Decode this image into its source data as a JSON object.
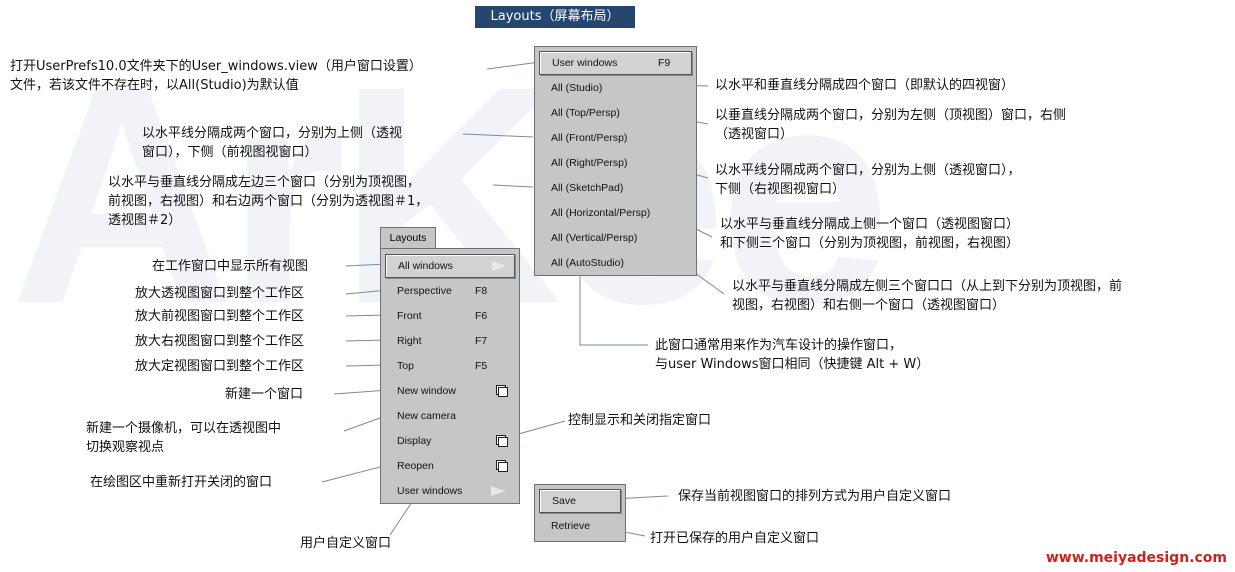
{
  "watermark": "ArKee",
  "title": "Layouts（屏幕布局）",
  "layouts_menu": {
    "header": "Layouts",
    "items": [
      {
        "label": "All windows"
      },
      {
        "label": "Perspective",
        "shortcut": "F8"
      },
      {
        "label": "Front",
        "shortcut": "F6"
      },
      {
        "label": "Right",
        "shortcut": "F7"
      },
      {
        "label": "Top",
        "shortcut": "F5"
      },
      {
        "label": "New window"
      },
      {
        "label": "New camera"
      },
      {
        "label": "Display"
      },
      {
        "label": "Reopen"
      },
      {
        "label": "User windows"
      }
    ]
  },
  "user_windows_menu": {
    "items": [
      {
        "label": "User windows",
        "shortcut": "F9"
      },
      {
        "label": "All (Studio)"
      },
      {
        "label": "All (Top/Persp)"
      },
      {
        "label": "All (Front/Persp)"
      },
      {
        "label": "All (Right/Persp)"
      },
      {
        "label": "All (SketchPad)"
      },
      {
        "label": "All (Horizontal/Persp)"
      },
      {
        "label": "All (Vertical/Persp)"
      },
      {
        "label": "All (AutoStudio)"
      }
    ]
  },
  "save_menu": {
    "items": [
      {
        "label": "Save"
      },
      {
        "label": "Retrieve"
      }
    ]
  },
  "annotations": {
    "user_windows_1": "打开UserPrefs10.0文件夹下的User_windows.view（用户窗口设置）",
    "user_windows_2": "文件，若该文件不存在时，以All(Studio)为默认值",
    "front_persp_1": "以水平线分隔成两个窗口，分别为上侧（透视",
    "front_persp_2": "窗口），下侧（前视图视窗口）",
    "sketchpad_1": "以水平与垂直线分隔成左边三个窗口（分别为顶视图，",
    "sketchpad_2": "前视图，右视图）和右边两个窗口（分别为透视图＃1，",
    "sketchpad_3": "透视图＃2）",
    "studio": "以水平和垂直线分隔成四个窗口（即默认的四视窗）",
    "top_persp_1": "以垂直线分隔成两个窗口，分别为左侧（顶视图）窗口，右侧",
    "top_persp_2": "（透视窗口）",
    "right_persp_1": "以水平线分隔成两个窗口，分别为上侧（透视窗口），",
    "right_persp_2": "下侧（右视图视窗口）",
    "horizontal_persp_1": "以水平与垂直线分隔成上侧一个窗口（透视图窗口）",
    "horizontal_persp_2": "和下侧三个窗口（分别为顶视图，前视图，右视图）",
    "vertical_persp_1": "以水平与垂直线分隔成左侧三个窗口口（从上到下分别为顶视图，前",
    "vertical_persp_2": "视图，右视图）和右侧一个窗口（透视图窗口）",
    "autostudio_1": "此窗口通常用来作为汽车设计的操作窗口，",
    "autostudio_2": "与user Windows窗口相同（快捷键 Alt + W）",
    "all_windows": "在工作窗口中显示所有视图",
    "perspective": "放大透视图窗口到整个工作区",
    "front": "放大前视图窗口到整个工作区",
    "right": "放大右视图窗口到整个工作区",
    "top": "放大定视图窗口到整个工作区",
    "new_window": "新建一个窗口",
    "new_camera_1": "新建一个摄像机，可以在透视图中",
    "new_camera_2": "切换观察视点",
    "display": "控制显示和关闭指定窗口",
    "reopen": "在绘图区中重新打开关闭的窗口",
    "user_windows_bottom": "用户自定义窗口",
    "save": "保存当前视图窗口的排列方式为用户自定义窗口",
    "retrieve": "打开已保存的用户自定义窗口"
  },
  "url": "www.meiyadesign.com",
  "colors": {
    "title_bg": "#24466f",
    "menu_bg": "#c6c6c6",
    "url": "#d0211c",
    "leader": "#7a8aa0"
  }
}
